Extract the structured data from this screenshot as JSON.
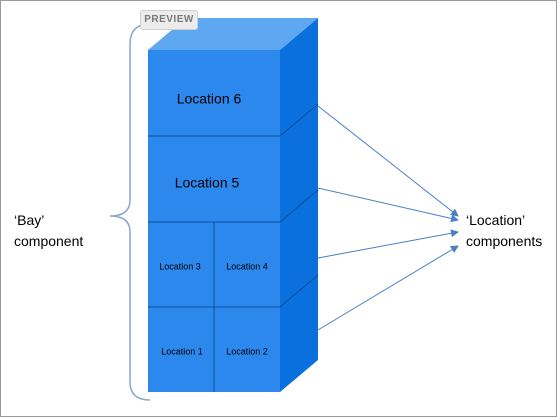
{
  "preview_badge": "PREVIEW",
  "stack": {
    "locations": [
      {
        "id": "location-6",
        "label": "Location 6"
      },
      {
        "id": "location-5",
        "label": "Location 5"
      },
      {
        "id": "location-3",
        "label": "Location 3"
      },
      {
        "id": "location-4",
        "label": "Location 4"
      },
      {
        "id": "location-1",
        "label": "Location 1"
      },
      {
        "id": "location-2",
        "label": "Location 2"
      }
    ]
  },
  "bay_label": {
    "line1": "‘Bay’",
    "line2": "component"
  },
  "location_label": {
    "line1": "‘Location’",
    "line2": "components"
  },
  "colors": {
    "front": "#2d88ee",
    "top": "#5ea8f2",
    "side": "#0a70dd",
    "edge": "#0b4e9c",
    "arrow": "#4a7fc4",
    "brace": "#8aa6c8"
  }
}
